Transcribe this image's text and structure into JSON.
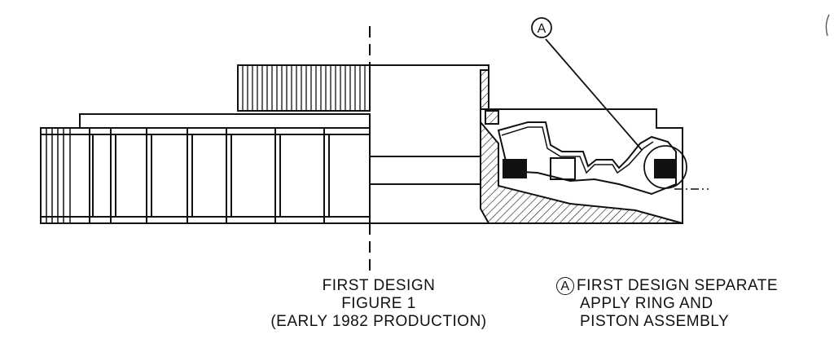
{
  "callout": {
    "letter": "A"
  },
  "caption_left": {
    "line1": "FIRST DESIGN",
    "line2": "FIGURE 1",
    "line3": "(EARLY 1982 PRODUCTION)"
  },
  "caption_right": {
    "marker": "A",
    "line1": "FIRST DESIGN SEPARATE",
    "line2": "APPLY RING AND",
    "line3": "PISTON ASSEMBLY"
  }
}
